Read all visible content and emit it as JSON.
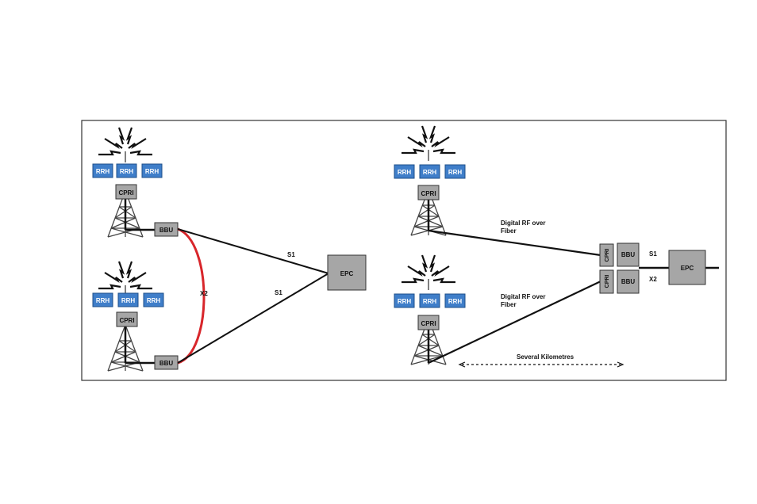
{
  "labels": {
    "rrh": "RRH",
    "cpri": "CPRI",
    "bbu": "BBU",
    "epc": "EPC",
    "s1": "S1",
    "x2": "X2",
    "digital_rf_line1": "Digital RF over",
    "digital_rf_line2": "Fiber",
    "distance": "Several Kilometres"
  },
  "colors": {
    "rrh_fill": "#3f7ec9",
    "box_gray": "#a6a6a6",
    "x2_link": "#d8262b",
    "line": "#111111"
  },
  "icons": [
    "antenna-signal-icon",
    "lattice-tower-icon"
  ]
}
